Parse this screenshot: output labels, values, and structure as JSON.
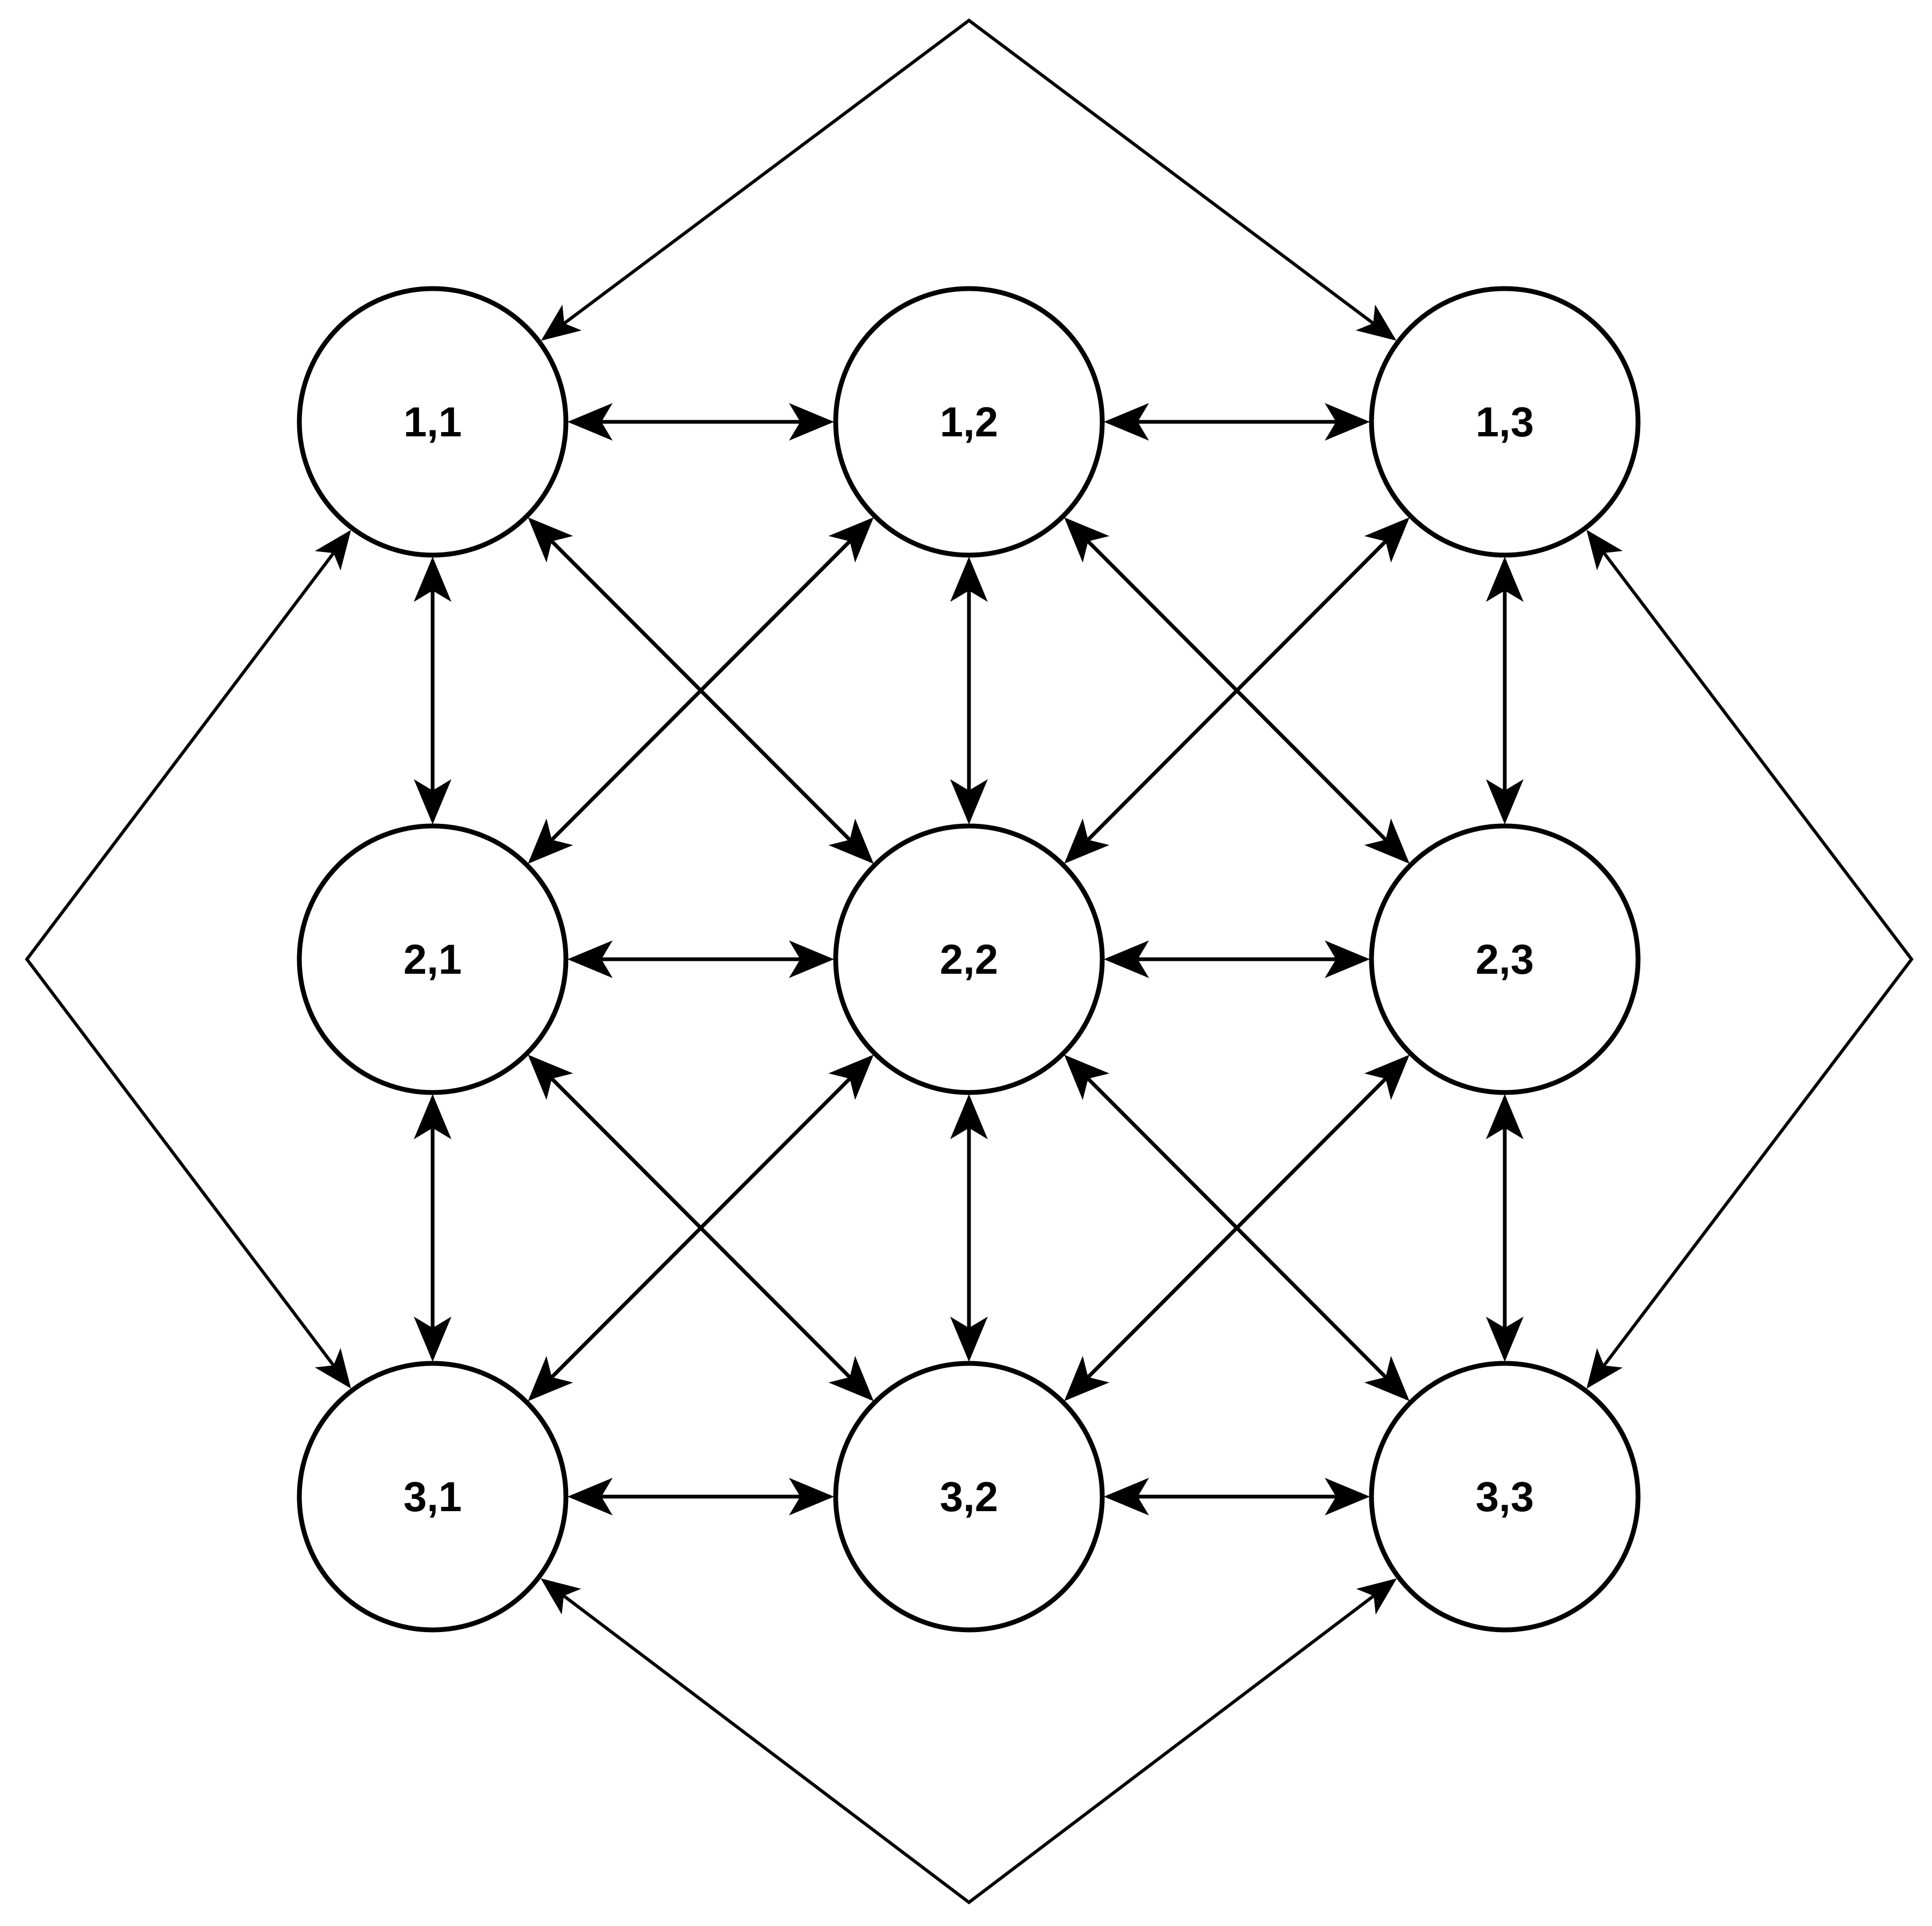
{
  "nodes": [
    {
      "id": "n11",
      "label": "1,1",
      "row": 0,
      "col": 0
    },
    {
      "id": "n12",
      "label": "1,2",
      "row": 0,
      "col": 1
    },
    {
      "id": "n13",
      "label": "1,3",
      "row": 0,
      "col": 2
    },
    {
      "id": "n21",
      "label": "2,1",
      "row": 1,
      "col": 0
    },
    {
      "id": "n22",
      "label": "2,2",
      "row": 1,
      "col": 1
    },
    {
      "id": "n23",
      "label": "2,3",
      "row": 1,
      "col": 2
    },
    {
      "id": "n31",
      "label": "3,1",
      "row": 2,
      "col": 0
    },
    {
      "id": "n32",
      "label": "3,2",
      "row": 2,
      "col": 1
    },
    {
      "id": "n33",
      "label": "3,3",
      "row": 2,
      "col": 2
    }
  ],
  "edges": [
    {
      "from": "n11",
      "to": "n12",
      "direction": "both"
    },
    {
      "from": "n12",
      "to": "n13",
      "direction": "both"
    },
    {
      "from": "n21",
      "to": "n22",
      "direction": "both"
    },
    {
      "from": "n22",
      "to": "n23",
      "direction": "both"
    },
    {
      "from": "n31",
      "to": "n32",
      "direction": "both"
    },
    {
      "from": "n32",
      "to": "n33",
      "direction": "both"
    },
    {
      "from": "n11",
      "to": "n21",
      "direction": "both"
    },
    {
      "from": "n21",
      "to": "n31",
      "direction": "both"
    },
    {
      "from": "n12",
      "to": "n22",
      "direction": "both"
    },
    {
      "from": "n22",
      "to": "n32",
      "direction": "both"
    },
    {
      "from": "n13",
      "to": "n23",
      "direction": "both"
    },
    {
      "from": "n23",
      "to": "n33",
      "direction": "both"
    },
    {
      "from": "n11",
      "to": "n22",
      "direction": "both"
    },
    {
      "from": "n12",
      "to": "n21",
      "direction": "both"
    },
    {
      "from": "n12",
      "to": "n23",
      "direction": "both"
    },
    {
      "from": "n13",
      "to": "n22",
      "direction": "both"
    },
    {
      "from": "n21",
      "to": "n32",
      "direction": "both"
    },
    {
      "from": "n22",
      "to": "n31",
      "direction": "both"
    },
    {
      "from": "n22",
      "to": "n33",
      "direction": "both"
    },
    {
      "from": "n23",
      "to": "n32",
      "direction": "both"
    }
  ],
  "outer_connections": [
    {
      "from": "n11",
      "to": "n13",
      "via": "top",
      "direction": "both"
    },
    {
      "from": "n13",
      "to": "n33",
      "via": "right",
      "direction": "both"
    },
    {
      "from": "n31",
      "to": "n33",
      "via": "bottom",
      "direction": "both"
    },
    {
      "from": "n11",
      "to": "n31",
      "via": "left",
      "direction": "both"
    }
  ],
  "colors": {
    "stroke": "#000000",
    "node_fill": "#ffffff",
    "background": "#ffffff"
  }
}
